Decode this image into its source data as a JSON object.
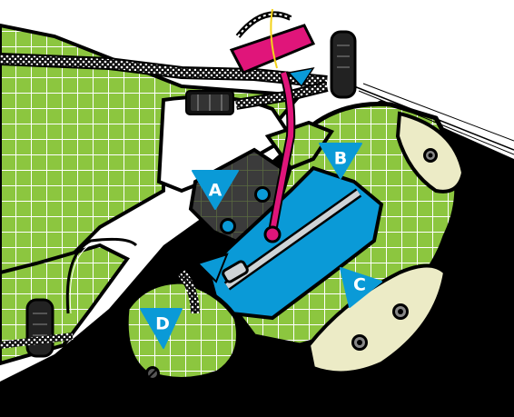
{
  "diagram": {
    "callouts": [
      {
        "id": "A",
        "text": "A"
      },
      {
        "id": "B",
        "text": "B"
      },
      {
        "id": "C",
        "text": "C"
      },
      {
        "id": "D",
        "text": "D"
      }
    ],
    "colors": {
      "grid_green": "#8cc63f",
      "grid_line": "#ffffff",
      "outline": "#000000",
      "callout_blue": "#0a9ad7",
      "cream": "#ecebc6",
      "magenta": "#e0157a",
      "dark_panel": "#3a3a3a"
    },
    "icons": [
      "slider-icon",
      "zipper-pull-icon",
      "buckle-icon",
      "cord-lock-icon",
      "grommet-icon",
      "screw-icon"
    ]
  }
}
